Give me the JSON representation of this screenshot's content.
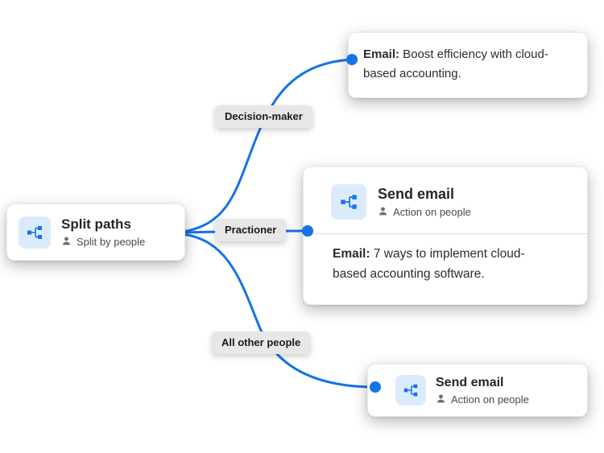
{
  "colors": {
    "accent_blue": "#1473e6",
    "icon_tile_bg": "#dcebfb",
    "branch_label_bg": "#e7e7e7"
  },
  "nodes": {
    "split_paths": {
      "title": "Split paths",
      "subtitle": "Split by people"
    },
    "email_top": {
      "bold": "Email:",
      "text": " Boost efficiency with cloud-based accounting."
    },
    "send_email_mid": {
      "title": "Send email",
      "subtitle": "Action on people",
      "email_bold": "Email:",
      "email_text": " 7 ways to implement cloud-based accounting software."
    },
    "send_email_bottom": {
      "title": "Send email",
      "subtitle": "Action on people"
    }
  },
  "branches": {
    "decision_maker": "Decision-maker",
    "practioner": "Practioner",
    "all_other_people": "All other people"
  }
}
